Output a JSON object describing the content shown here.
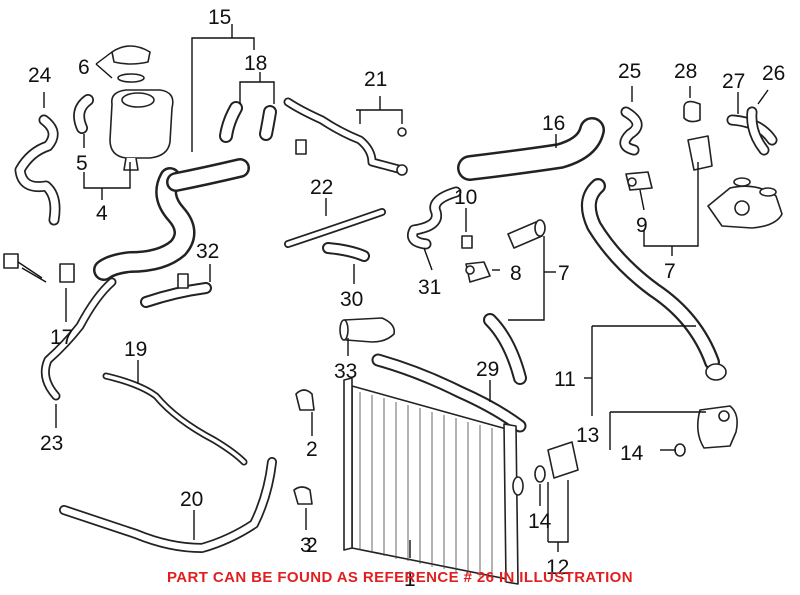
{
  "colors": {
    "note": "#e02020",
    "line": "#222222",
    "background": "#ffffff"
  },
  "callouts": [
    "1",
    "2",
    "2",
    "3",
    "4",
    "5",
    "6",
    "7",
    "7",
    "8",
    "9",
    "10",
    "11",
    "12",
    "13",
    "14",
    "14",
    "15",
    "16",
    "17",
    "18",
    "19",
    "20",
    "21",
    "22",
    "23",
    "24",
    "25",
    "26",
    "27",
    "28",
    "29",
    "30",
    "31",
    "32",
    "33"
  ],
  "footer_note": "PART CAN BE FOUND AS REFERENCE # 26 IN ILLUSTRATION"
}
